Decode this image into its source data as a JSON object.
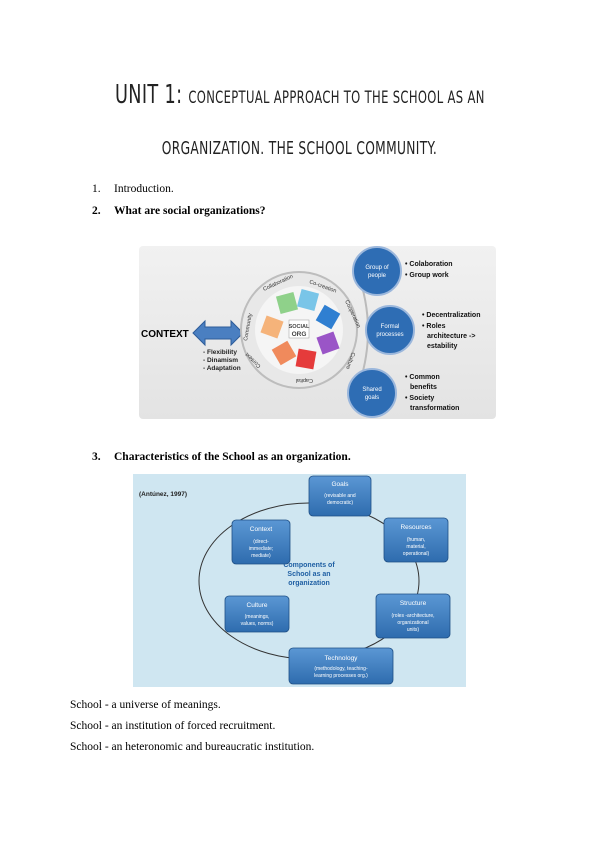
{
  "title": {
    "line1_main": "UNIT 1:",
    "line1_rest": "CONCEPTUAL APPROACH TO THE SCHOOL AS AN",
    "line2": "ORGANIZATION. THE SCHOOL COMMUNITY."
  },
  "list": [
    {
      "num": "1.",
      "text": "Introduction."
    },
    {
      "num": "2.",
      "text": "What are social organizations?"
    },
    {
      "num": "3.",
      "text": "Characteristics of the School as an organization."
    }
  ],
  "figure1": {
    "context_label": "CONTEXT",
    "context_bullets": [
      "- Flexibility",
      "- Dinamism",
      "- Adaptation"
    ],
    "center": [
      "SOCIAL",
      "ORG"
    ],
    "ring_words": [
      "Collaboration",
      "Co-creation",
      "Cooperation",
      "Culture",
      "Capital",
      "Context",
      "Community"
    ],
    "circles": [
      {
        "label": [
          "Group of",
          "people"
        ],
        "bullets": [
          "• Colaboration",
          "• Group work"
        ]
      },
      {
        "label": [
          "Formal",
          "processes"
        ],
        "bullets": [
          "• Decentralization",
          "• Roles",
          "architecture ->",
          "estability"
        ]
      },
      {
        "label": [
          "Shared",
          "goals"
        ],
        "bullets": [
          "• Common",
          "benefits",
          "• Society",
          "transformation"
        ]
      }
    ]
  },
  "figure2": {
    "citation": "(Antúnez, 1997)",
    "center": [
      "Components of",
      "School as an",
      "organization"
    ],
    "boxes": {
      "goals": {
        "title": "Goals",
        "sub": [
          "(revisable and",
          "democratic)"
        ]
      },
      "resources": {
        "title": "Resources",
        "sub": [
          "(human,",
          "material,",
          "operational)"
        ]
      },
      "structure": {
        "title": "Structure",
        "sub": [
          "(roles -architecture,",
          "organizational",
          "units)"
        ]
      },
      "technology": {
        "title": "Technology",
        "sub": [
          "(methodology, teaching-",
          "learning processes org.)"
        ]
      },
      "culture": {
        "title": "Culture",
        "sub": [
          "(meanings,",
          "values, norms)"
        ]
      },
      "context": {
        "title": "Context",
        "sub": [
          "(direct-",
          "immediate;",
          "mediate)"
        ]
      }
    }
  },
  "paragraphs": [
    "School - a universe of meanings.",
    "School - an institution of forced recruitment.",
    "School - an heteronomic and bureaucratic institution."
  ],
  "colors": {
    "circle_blue": "#2e6db4",
    "figure2_bg": "#cfe6f1",
    "box_blue": "#3a7dc0"
  }
}
